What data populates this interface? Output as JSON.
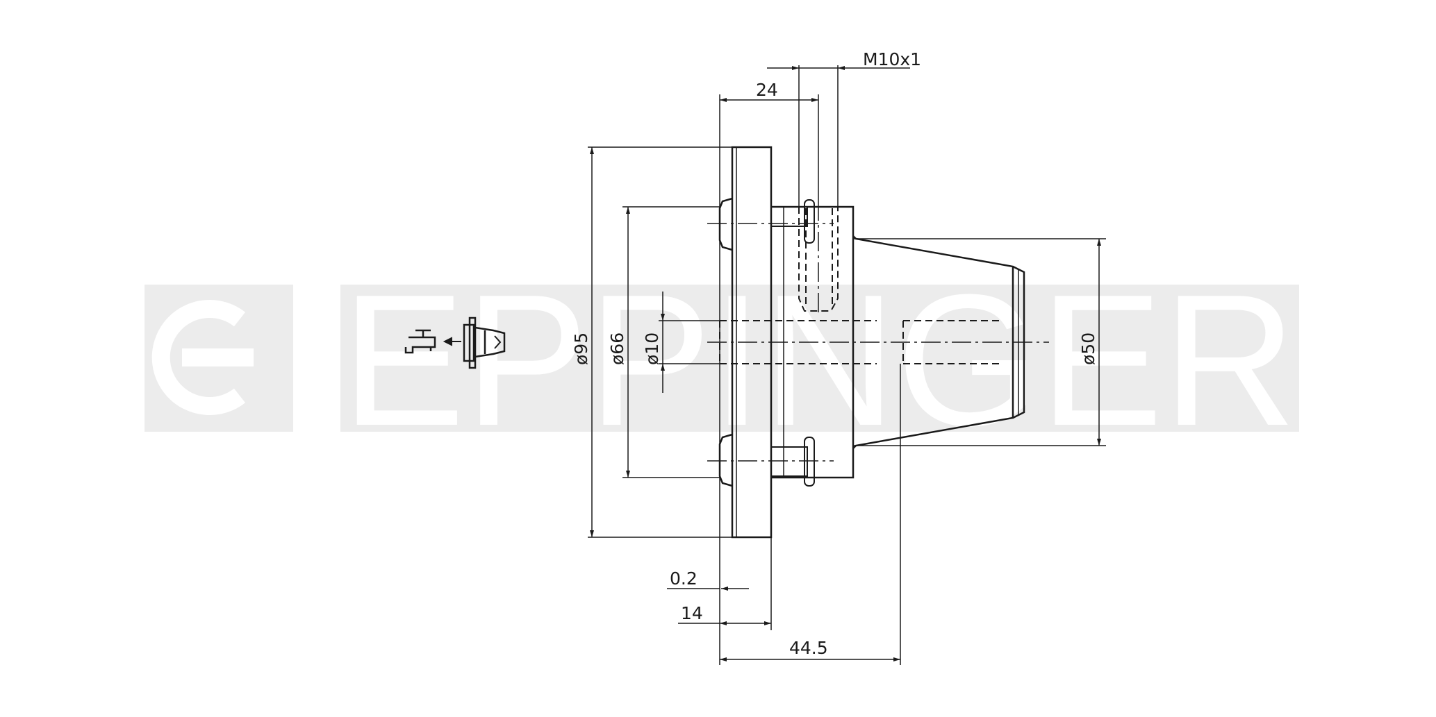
{
  "watermark": {
    "brand": "EPPINGER",
    "color": "#ececec"
  },
  "dimensions": {
    "thread": "M10x1",
    "d24": "24",
    "dia95": "ø95",
    "dia66": "ø66",
    "dia10": "ø10",
    "dia50": "ø50",
    "d0_2": "0.2",
    "d14": "14",
    "d44_5": "44.5"
  },
  "icons": {
    "coolant": "coolant-tap-icon",
    "collet": "collet-holder-icon"
  },
  "colors": {
    "line": "#1a1a1a",
    "watermark": "#ececec",
    "background": "#ffffff"
  }
}
